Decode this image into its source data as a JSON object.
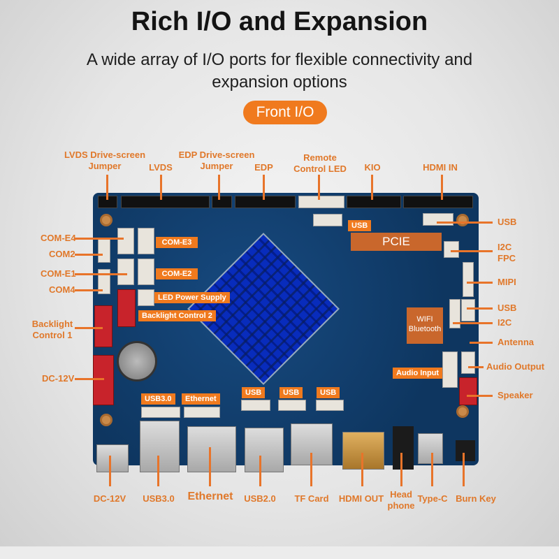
{
  "header": {
    "title": "Rich I/O and Expansion",
    "subtitle": "A wide array of I/O ports for flexible connectivity and expansion options",
    "section_badge": "Front I/O"
  },
  "colors": {
    "accent": "#f07a1e",
    "label_text": "#e0782a",
    "board": "#0f3a66",
    "title": "#141414"
  },
  "top_labels": [
    {
      "id": "lvds-jumper",
      "line1": "LVDS Drive-screen",
      "line2": "Jumper"
    },
    {
      "id": "lvds",
      "line1": "LVDS"
    },
    {
      "id": "edp-jumper",
      "line1": "EDP Drive-screen",
      "line2": "Jumper"
    },
    {
      "id": "edp",
      "line1": "EDP"
    },
    {
      "id": "remote-led",
      "line1": "Remote",
      "line2": "Control LED"
    },
    {
      "id": "kio",
      "line1": "KIO"
    },
    {
      "id": "hdmi-in",
      "line1": "HDMI IN"
    }
  ],
  "left_labels": [
    {
      "id": "com-e4",
      "text": "COM-E4"
    },
    {
      "id": "com2",
      "text": "COM2"
    },
    {
      "id": "com-e1",
      "text": "COM-E1"
    },
    {
      "id": "com4",
      "text": "COM4"
    },
    {
      "id": "backlight1",
      "line1": "Backlight",
      "line2": "Control 1"
    },
    {
      "id": "dc12v-left",
      "text": "DC-12V"
    }
  ],
  "right_labels": [
    {
      "id": "usb-1",
      "text": "USB"
    },
    {
      "id": "i2c-fpc",
      "line1": "I2C",
      "line2": "FPC"
    },
    {
      "id": "mipi",
      "text": "MIPI"
    },
    {
      "id": "usb-2",
      "text": "USB"
    },
    {
      "id": "i2c",
      "text": "I2C"
    },
    {
      "id": "antenna",
      "text": "Antenna"
    },
    {
      "id": "audio-output",
      "text": "Audio Output"
    },
    {
      "id": "speaker",
      "text": "Speaker"
    }
  ],
  "bottom_labels": [
    {
      "id": "dc12v",
      "text": "DC-12V"
    },
    {
      "id": "usb30",
      "text": "USB3.0"
    },
    {
      "id": "ethernet",
      "text": "Ethernet"
    },
    {
      "id": "usb20",
      "text": "USB2.0"
    },
    {
      "id": "tf-card",
      "text": "TF Card"
    },
    {
      "id": "hdmi-out",
      "text": "HDMI OUT"
    },
    {
      "id": "headphone",
      "line1": "Head",
      "line2": "phone"
    },
    {
      "id": "type-c",
      "text": "Type-C"
    },
    {
      "id": "burn-key",
      "text": "Burn Key"
    }
  ],
  "board_tags": {
    "usb_top": "USB",
    "com_e3": "COM-E3",
    "com_e2": "COM-E2",
    "led_power": "LED Power Supply",
    "backlight2": "Backlight Control 2",
    "usb30": "USB3.0",
    "ethernet": "Ethernet",
    "usb_a": "USB",
    "usb_b": "USB",
    "usb_c": "USB",
    "audio_input": "Audio Input",
    "pcie": "PCIE",
    "wifi": "WIFI",
    "bluetooth": "Bluetooth"
  }
}
